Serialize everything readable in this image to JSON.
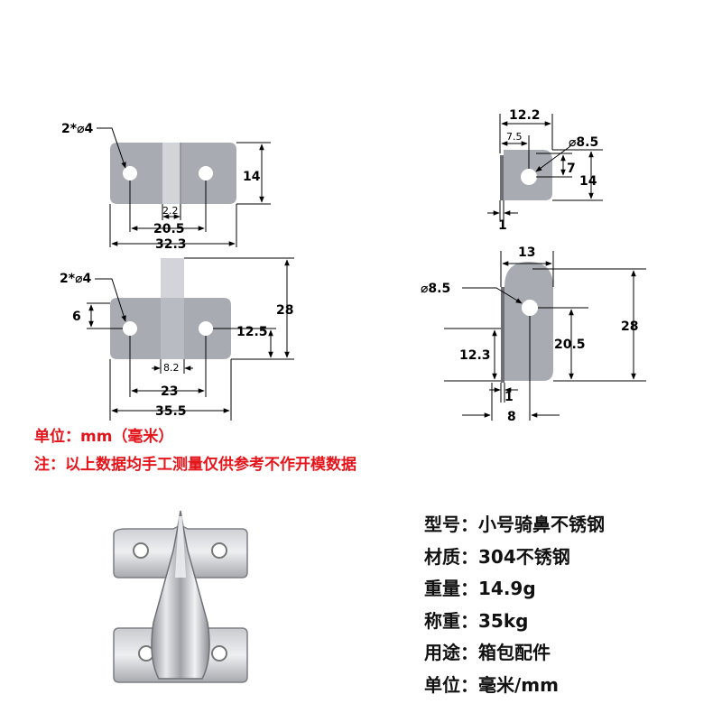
{
  "diagram": {
    "top_front": {
      "holes_label": "2*⌀4",
      "d_height": "14",
      "d_inner": "2.2",
      "d_holes": "20.5",
      "d_width": "32.3"
    },
    "bottom_front": {
      "holes_label": "2*⌀4",
      "d_left": "6",
      "d_hole_height": "12.5",
      "d_height": "28",
      "d_inner": "8.2",
      "d_holes": "23",
      "d_width": "35.5"
    },
    "top_side": {
      "d_width": "12.2",
      "d_offset": "7.5",
      "d_hole": "⌀8.5",
      "d_hole_height": "7",
      "d_height": "14",
      "d_thickness": "1"
    },
    "bottom_side": {
      "d_width": "13",
      "d_hole": "⌀8.5",
      "d_low": "12.3",
      "d_hole_height": "20.5",
      "d_height": "28",
      "d_thickness": "1",
      "d_depth": "8"
    }
  },
  "notes": {
    "unit": "单位：mm（毫米）",
    "disclaimer": "注：以上数据均手工测量仅供参考不作开模数据"
  },
  "specs": [
    "型号：小号骑鼻不锈钢",
    "材质：304不锈钢",
    "重量：14.9g",
    "称重：35kg",
    "用途：箱包配件",
    "单位：毫米/mm"
  ],
  "colors": {
    "part_fill": "#a9abb3",
    "slot_fill": "#d3d4da",
    "note_red": "#e4141b"
  }
}
